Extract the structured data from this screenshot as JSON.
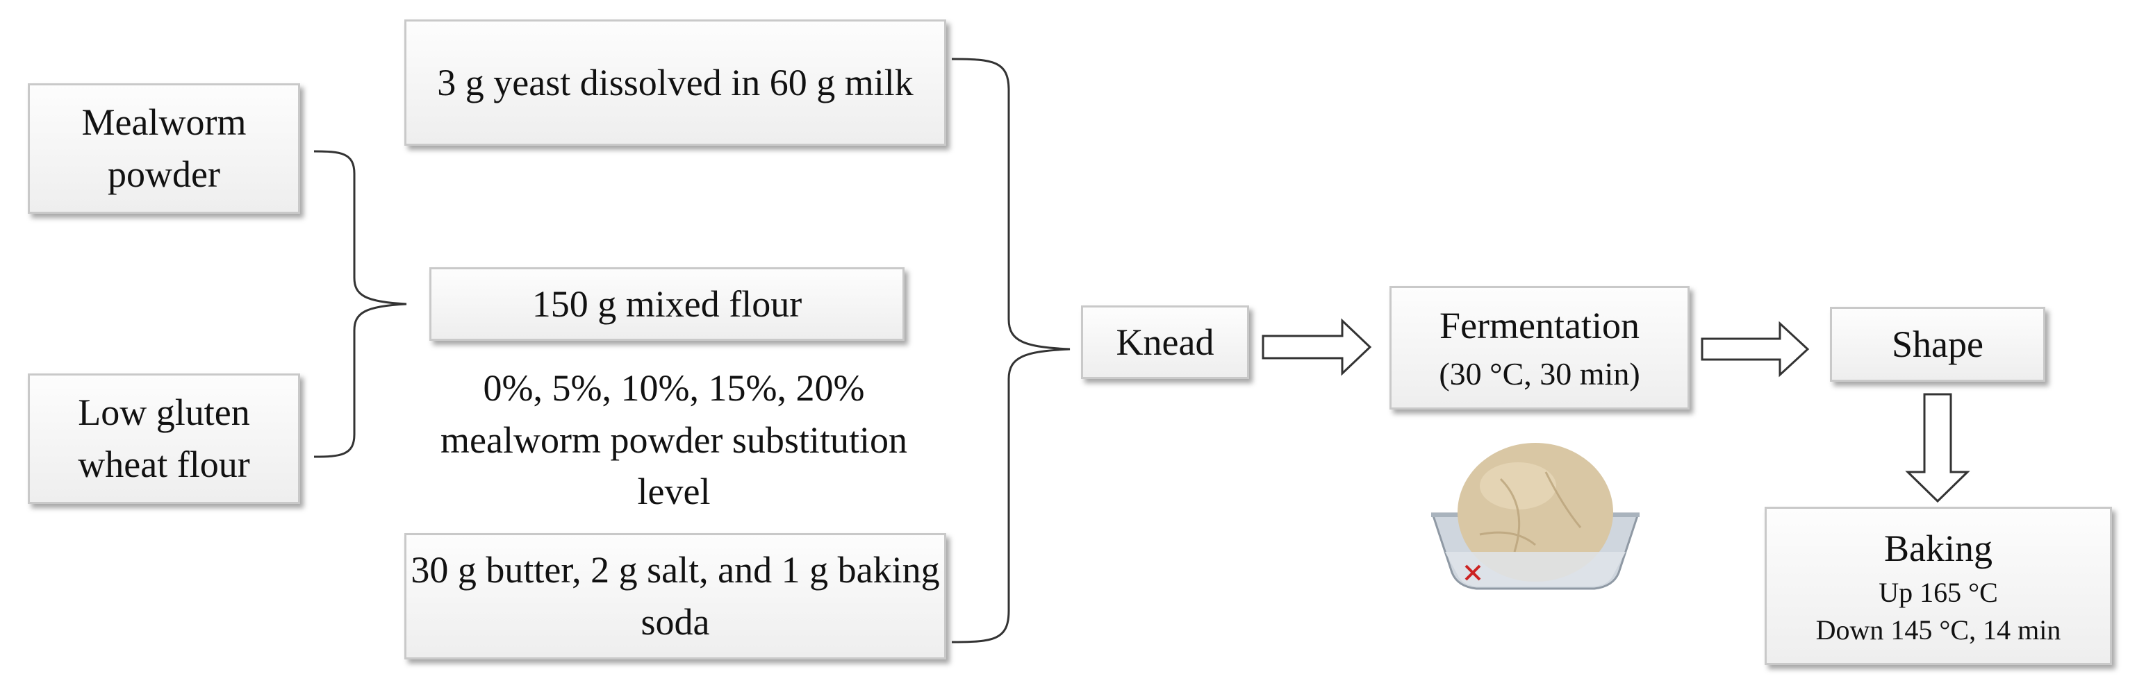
{
  "nodes": {
    "mealworm_powder": "Mealworm powder",
    "low_gluten_flour": "Low gluten wheat flour",
    "yeast_milk": "3 g yeast dissolved in 60 g milk",
    "mixed_flour": "150 g mixed flour",
    "substitution_note": "0%, 5%, 10%, 15%, 20% mealworm powder substitution level",
    "butter_salt_soda": "30 g butter, 2 g salt, and 1 g baking soda",
    "knead": "Knead",
    "fermentation": {
      "title": "Fermentation",
      "detail": "(30 °C, 30 min)"
    },
    "shape": "Shape",
    "baking": {
      "title": "Baking",
      "line1": "Up 165 °C",
      "line2": "Down 145 °C, 14 min"
    }
  },
  "colors": {
    "box_border": "#c9c9c9",
    "connector": "#333333",
    "dough": "#d9c7a4",
    "tray": "#cfd6de"
  }
}
